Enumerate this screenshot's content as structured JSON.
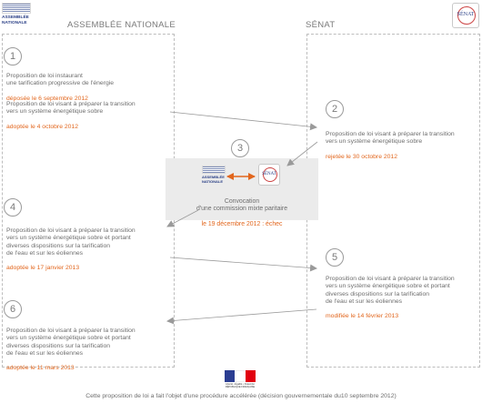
{
  "header": {
    "assemblee_title": "ASSEMBLÉE NATIONALE",
    "senat_title": "SÉNAT",
    "an_logo_lines": [
      "ASSEMBLÉE",
      "NATIONALE"
    ],
    "senat_logo_text": "SÉNAT"
  },
  "steps": [
    {
      "number": "1",
      "blocks": [
        {
          "text": "Proposition de loi instaurant\nune tarification progressive de l'énergie",
          "date": "déposée le 6 septembre 2012"
        },
        {
          "text": "Proposition de loi visant à préparer la transition\nvers un système énergétique sobre",
          "date": "adoptée le 4 octobre 2012"
        }
      ]
    },
    {
      "number": "2",
      "text": "Proposition de loi visant à préparer la transition\nvers un système énergétique sobre",
      "date": "rejetée le 30 octobre 2012"
    },
    {
      "number": "3",
      "text": "Convocation\nd'une commission mixte paritaire",
      "date": "le 19 décembre 2012 : échec"
    },
    {
      "number": "4",
      "text": "Proposition de loi visant à préparer la transition\nvers un système énergétique sobre et portant\ndiverses dispositions sur la tarification\nde l'eau et sur les éoliennes",
      "date": "adoptée le 17 janvier 2013"
    },
    {
      "number": "5",
      "text": "Proposition de loi visant à préparer la transition\nvers un système énergétique sobre et portant\ndiverses dispositions sur la tarification\nde l'eau et sur les éoliennes",
      "date": "modifiée le 14 février 2013"
    },
    {
      "number": "6",
      "text": "Proposition de loi visant à préparer la transition\nvers un système énergétique sobre et portant\ndiverses dispositions sur la tarification\nde l'eau et sur les éoliennes",
      "date": "adoptée le 11 mars 2013"
    }
  ],
  "footer": {
    "note": "Cette proposition de loi a fait l'objet d'une procédure accélérée (décision gouvernementale du10 septembre 2012)",
    "logo_text": "Liberté • Égalité • Fraternité\nRÉPUBLIQUE FRANÇAISE"
  },
  "colors": {
    "date": "#e2661d",
    "arrow": "#9a9a9a",
    "double_arrow": "#e2661d",
    "box_bg": "#ebebeb"
  }
}
